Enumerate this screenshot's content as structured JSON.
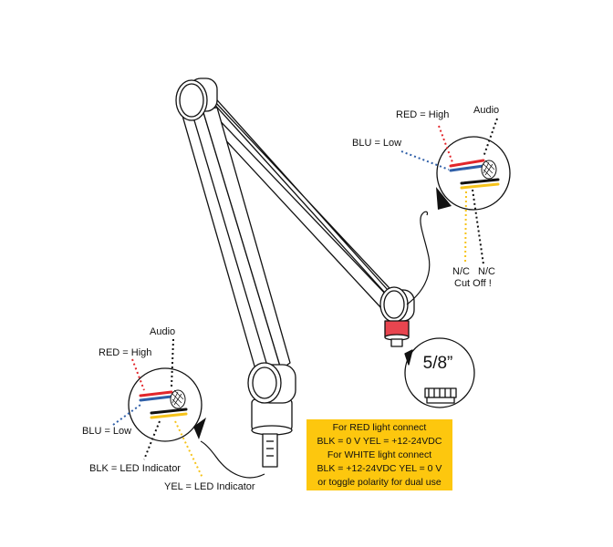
{
  "top_detail": {
    "red": "RED = High",
    "audio": "Audio",
    "blu": "BLU = Low",
    "nc1": "N/C",
    "nc2": "N/C",
    "cutoff": "Cut Off !"
  },
  "bottom_detail": {
    "audio": "Audio",
    "red": "RED = High",
    "blu": "BLU = Low",
    "blk": "BLK = LED Indicator",
    "yel": "YEL = LED Indicator"
  },
  "thread_size": "5/8”",
  "note": {
    "line1": "For RED light connect",
    "line2": "BLK = 0 V   YEL = +12-24VDC",
    "line3": "For WHITE light connect",
    "line4": "BLK = +12-24VDC   YEL = 0 V",
    "line5": "or toggle polarity for dual use"
  },
  "colors": {
    "red_wire": "#e2262b",
    "blue_wire": "#2f5fa8",
    "yellow_wire": "#f6c31a",
    "black_wire": "#111111",
    "red_ring": "#e8454f",
    "note_bg": "#fdc70e"
  }
}
